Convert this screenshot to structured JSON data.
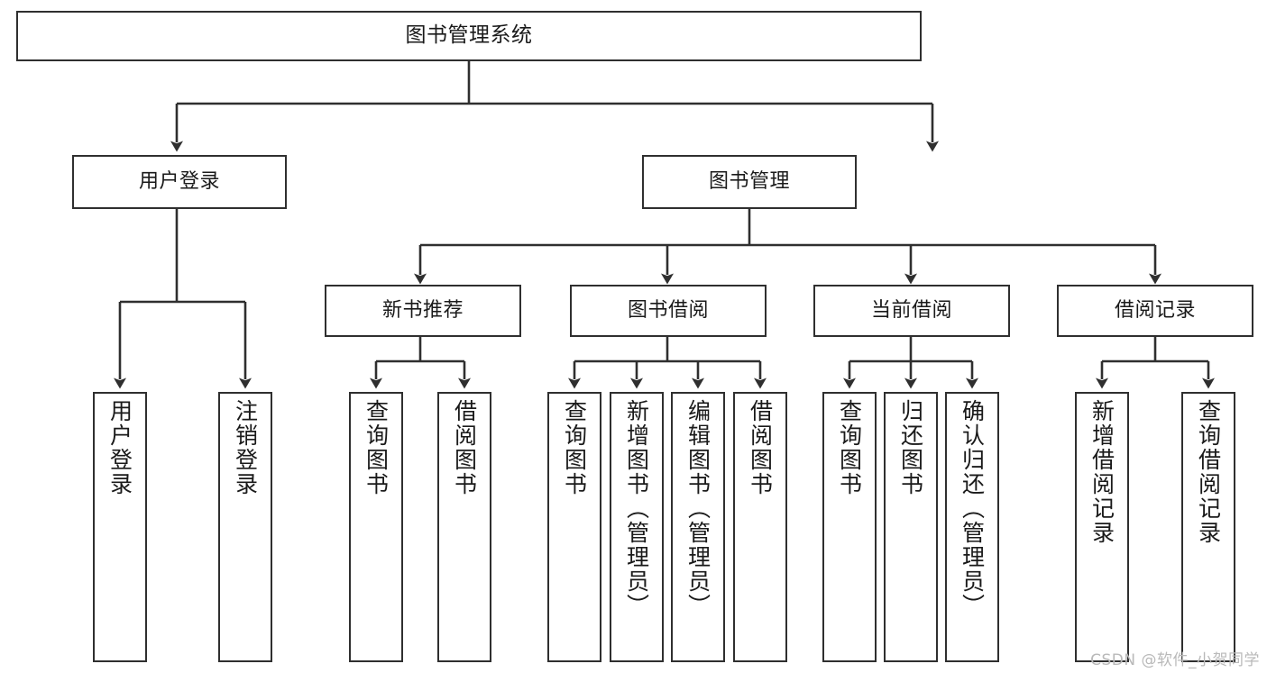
{
  "diagram": {
    "title": "图书管理系统",
    "type": "tree-hierarchy",
    "root": {
      "label": "图书管理系统"
    },
    "level2": [
      {
        "label": "用户登录"
      },
      {
        "label": "图书管理"
      }
    ],
    "level3": [
      {
        "label": "新书推荐"
      },
      {
        "label": "图书借阅"
      },
      {
        "label": "当前借阅"
      },
      {
        "label": "借阅记录"
      }
    ],
    "leaves": {
      "user_login": [
        {
          "label": "用户登录"
        },
        {
          "label": "注销登录"
        }
      ],
      "new_book_recommend": [
        {
          "label": "查询图书"
        },
        {
          "label": "借阅图书"
        }
      ],
      "book_borrow": [
        {
          "label": "查询图书"
        },
        {
          "label": "新增图书（管理员）"
        },
        {
          "label": "编辑图书（管理员）"
        },
        {
          "label": "借阅图书"
        }
      ],
      "current_borrow": [
        {
          "label": "查询图书"
        },
        {
          "label": "归还图书"
        },
        {
          "label": "确认归还（管理员）"
        }
      ],
      "borrow_records": [
        {
          "label": "新增借阅记录"
        },
        {
          "label": "查询借阅记录"
        }
      ]
    }
  },
  "watermark": {
    "text": "CSDN @软件_小贺同学"
  },
  "colors": {
    "stroke": "#2f2f2f",
    "fill": "#ffffff",
    "text": "#1a1a1a",
    "watermark": "#b9b9b9"
  }
}
